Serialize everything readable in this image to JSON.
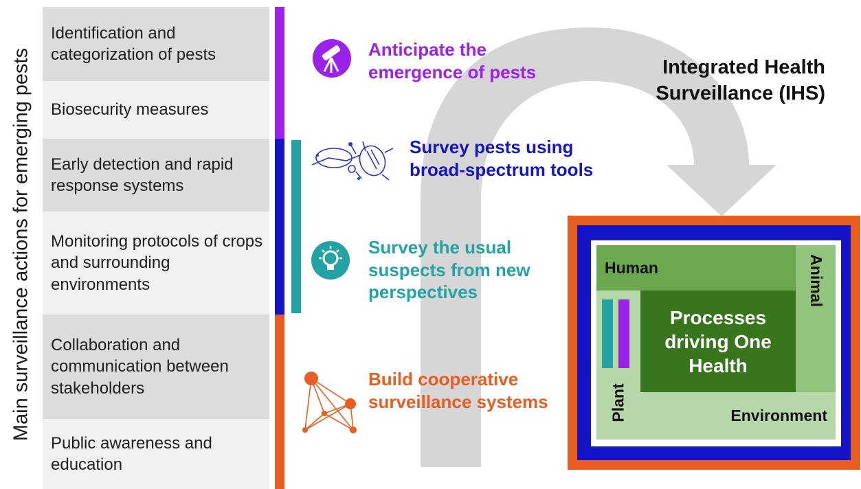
{
  "left_label": "Main surveillance actions for emerging pests",
  "actions": [
    {
      "text": "Identification and categorization of pests"
    },
    {
      "text": "Biosecurity measures"
    },
    {
      "text": "Early detection and rapid response systems"
    },
    {
      "text": "Monitoring protocols of crops and surrounding environments"
    },
    {
      "text": "Collaboration and communication between stakeholders"
    },
    {
      "text": "Public awareness and education"
    }
  ],
  "goals": [
    {
      "text": "Anticipate the emergence of pests",
      "color": "#9b22e8",
      "icon": "telescope-icon"
    },
    {
      "text": "Survey pests using broad-spectrum tools",
      "color": "#1515c8",
      "icon": "insect-trap-icon"
    },
    {
      "text": "Survey the usual suspects from new perspectives",
      "color": "#23a3a3",
      "icon": "lightbulb-icon"
    },
    {
      "text": "Build cooperative surveillance systems",
      "color": "#e85d22",
      "icon": "network-icon"
    }
  ],
  "ihs_title": "Integrated Health Surveillance (IHS)",
  "one_health": {
    "human": "Human",
    "animal": "Animal",
    "plant": "Plant",
    "environment": "Environment",
    "core": "Processes driving One Health"
  },
  "colors": {
    "purple": "#9b22e8",
    "blue": "#1515c8",
    "teal": "#23a3a3",
    "orange": "#e85d22",
    "arrow_gray": "#d6d6d6",
    "human_green": "#6aa84f",
    "animal_green": "#93c47d",
    "environment_green": "#b6d7a8",
    "core_green": "#38761d"
  }
}
